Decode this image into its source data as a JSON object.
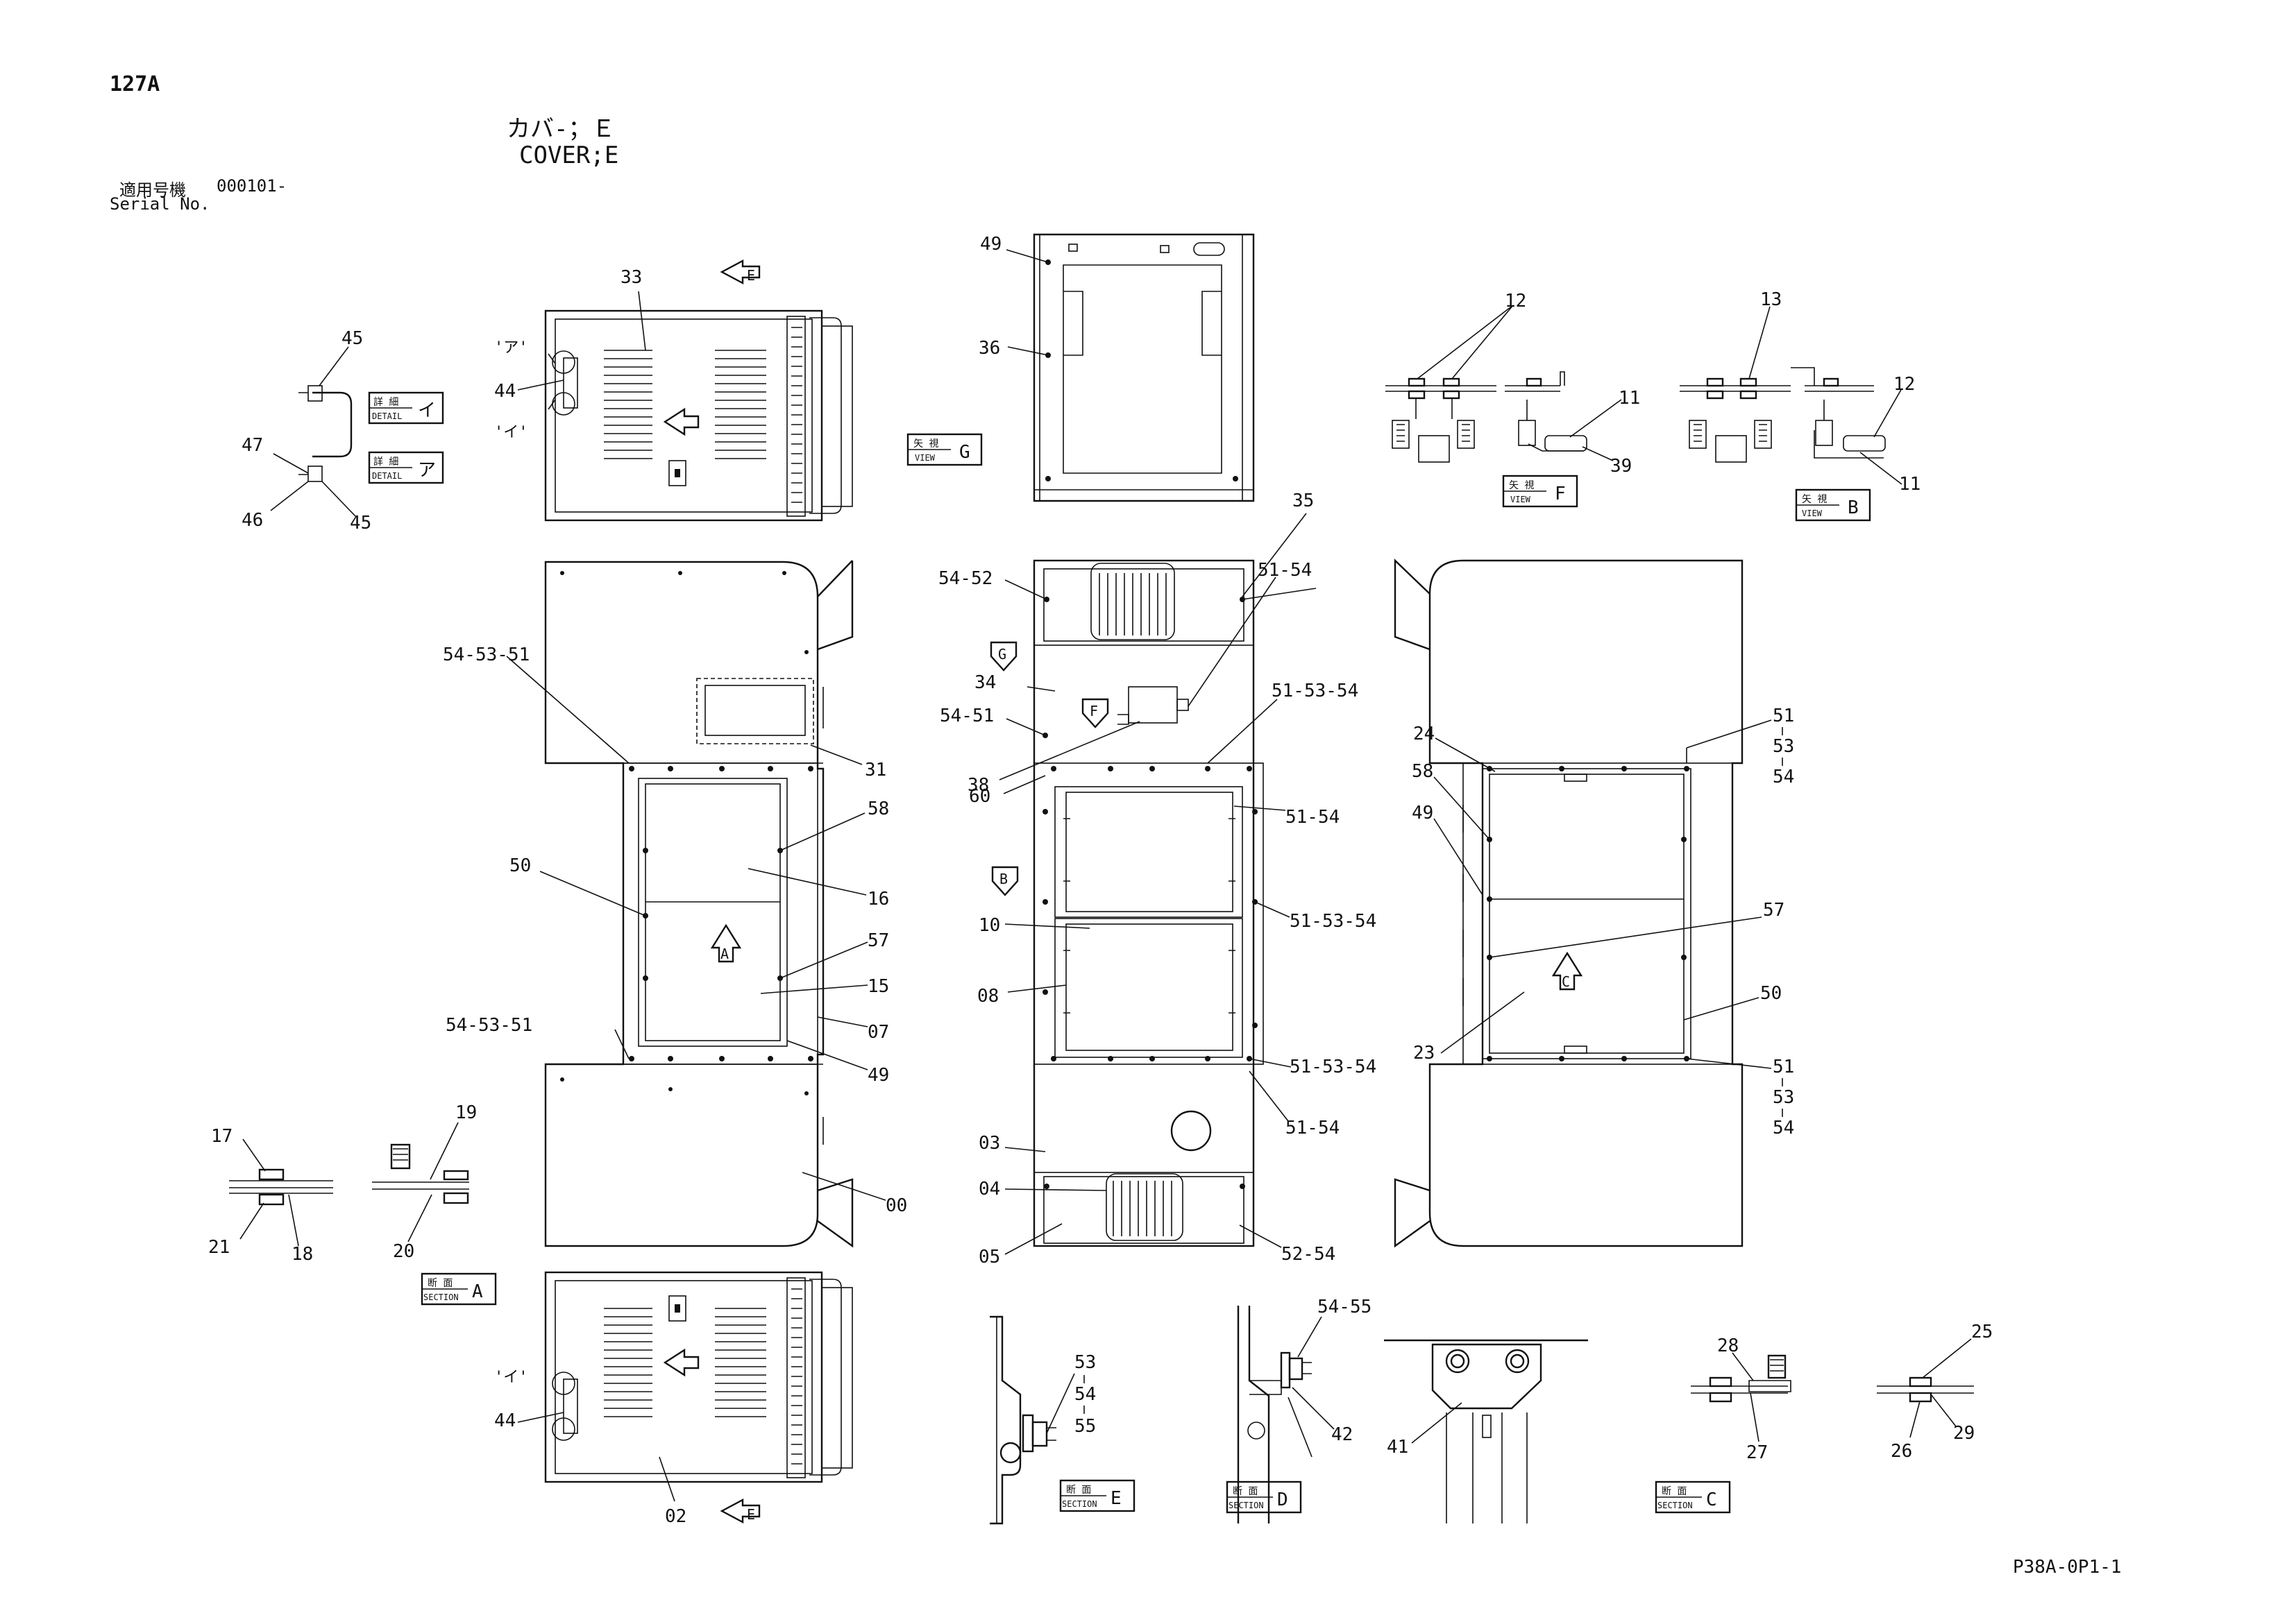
{
  "header": {
    "page_code": "127A",
    "title_jp": "カバ-；Ｅ",
    "title_en": "COVER;E",
    "serial_label_jp": "適用号機",
    "serial_value": "000101-",
    "serial_label_en": "Serial No."
  },
  "footer": {
    "drawing_number": "P38A-0P1-1"
  },
  "view_tags": {
    "view_g": {
      "jp": "矢 視",
      "en": "VIEW",
      "letter": "G"
    },
    "view_f": {
      "jp": "矢 視",
      "en": "VIEW",
      "letter": "F"
    },
    "view_b": {
      "jp": "矢 視",
      "en": "VIEW",
      "letter": "B"
    },
    "detail_i": {
      "jp": "詳 細",
      "en": "DETAIL",
      "letter": "イ"
    },
    "detail_a": {
      "jp": "詳 細",
      "en": "DETAIL",
      "letter": "ア"
    },
    "section_a": {
      "jp": "断 面",
      "en": "SECTION",
      "letter": "A"
    },
    "section_e": {
      "jp": "断 面",
      "en": "SECTION",
      "letter": "E"
    },
    "section_d": {
      "jp": "断 面",
      "en": "SECTION",
      "letter": "D"
    },
    "section_c": {
      "jp": "断 面",
      "en": "SECTION",
      "letter": "C"
    }
  },
  "arrow_letters": {
    "g": "G",
    "f": "F",
    "b": "B",
    "a": "A",
    "c": "C",
    "e": "E"
  },
  "detail_marks": {
    "a": "'ア'",
    "i": "'イ'"
  },
  "callouts": {
    "c33": "33",
    "c44a": "44",
    "c44b": "44",
    "c45a": "45",
    "c45b": "45",
    "c46": "46",
    "c47": "47",
    "c49a": "49",
    "c49b": "49",
    "c49c": "49",
    "c36": "36",
    "c12a": "12",
    "c12b": "12",
    "c13": "13",
    "c11a": "11",
    "c11b": "11",
    "c39": "39",
    "c35": "35",
    "c54_52": "54-52",
    "c51_54a": "51-54",
    "c34": "34",
    "c54_51": "54-51",
    "c51_53_54a": "51-53-54",
    "c38": "38",
    "c60": "60",
    "c51_54b": "51-54",
    "c10": "10",
    "c51_53_54b": "51-53-54",
    "c08": "08",
    "c51_53_54c": "51-53-54",
    "c51_54c": "51-54",
    "c03": "03",
    "c04": "04",
    "c05": "05",
    "c52_54": "52-54",
    "c54_53_51a": "54-53-51",
    "c31": "31",
    "c58a": "58",
    "c50a": "50",
    "c16": "16",
    "c57a": "57",
    "c15": "15",
    "c54_53_51b": "54-53-51",
    "c07": "07",
    "c00": "00",
    "c02": "02",
    "c24": "24",
    "c58b": "58",
    "c51a": "51",
    "c53a": "53",
    "c54a": "54",
    "c57b": "57",
    "c50b": "50",
    "c23": "23",
    "c51b": "51",
    "c53b": "53",
    "c54b": "54",
    "c17": "17",
    "c19": "19",
    "c21": "21",
    "c18": "18",
    "c20": "20",
    "c53c": "53",
    "c54c": "54",
    "c55c": "55",
    "c54_55": "54-55",
    "c42": "42",
    "c41": "41",
    "c28": "28",
    "c27": "27",
    "c25": "25",
    "c26": "26",
    "c29": "29"
  }
}
